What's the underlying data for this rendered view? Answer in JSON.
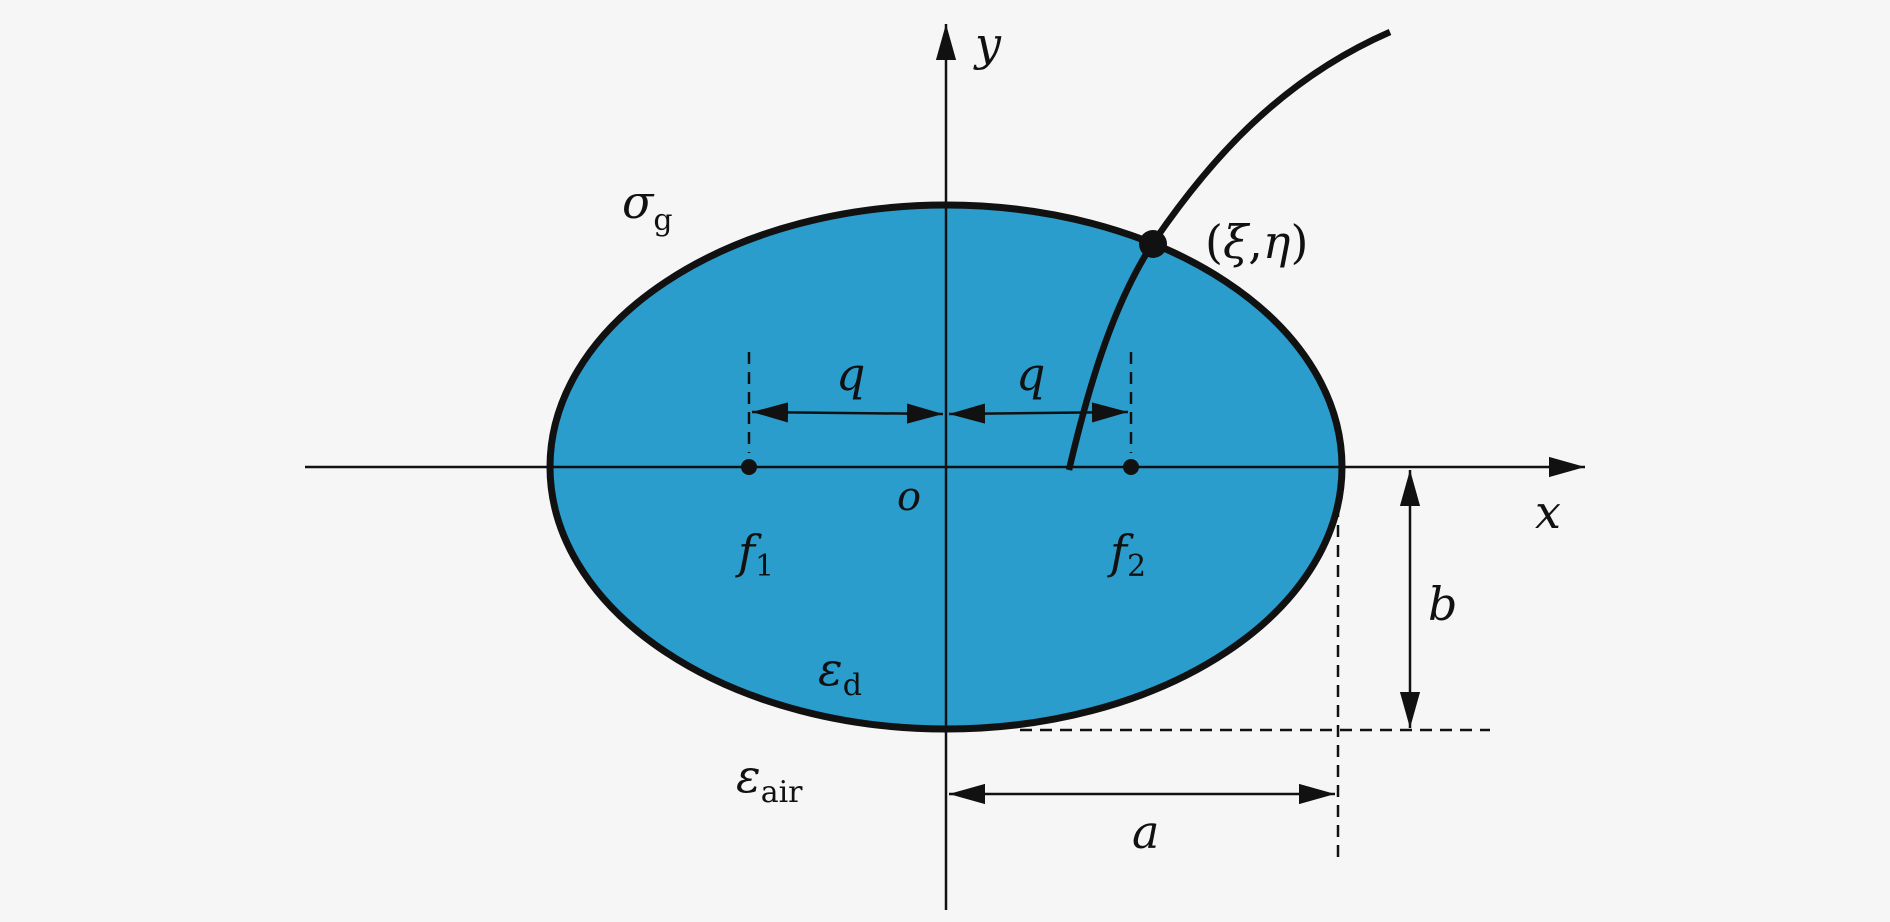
{
  "colors": {
    "ellipse_fill": "#2a9dcd",
    "stroke": "#111111",
    "background": "#f6f6f6"
  },
  "labels": {
    "y_axis": "y",
    "x_axis": "x",
    "origin": "o",
    "sigma_main": "σ",
    "sigma_sub": "g",
    "point_paren_open": "(",
    "point_xi": "ξ",
    "point_comma": ",",
    "point_eta": "η",
    "point_paren_close": ")",
    "q_left": "q",
    "q_right": "q",
    "f1_main": "f",
    "f1_sub": "1",
    "f2_main": "f",
    "f2_sub": "2",
    "eps_d_main": "ε",
    "eps_d_sub": "d",
    "eps_air_main": "ε",
    "eps_air_sub": "air",
    "a_dim": "a",
    "b_dim": "b"
  }
}
